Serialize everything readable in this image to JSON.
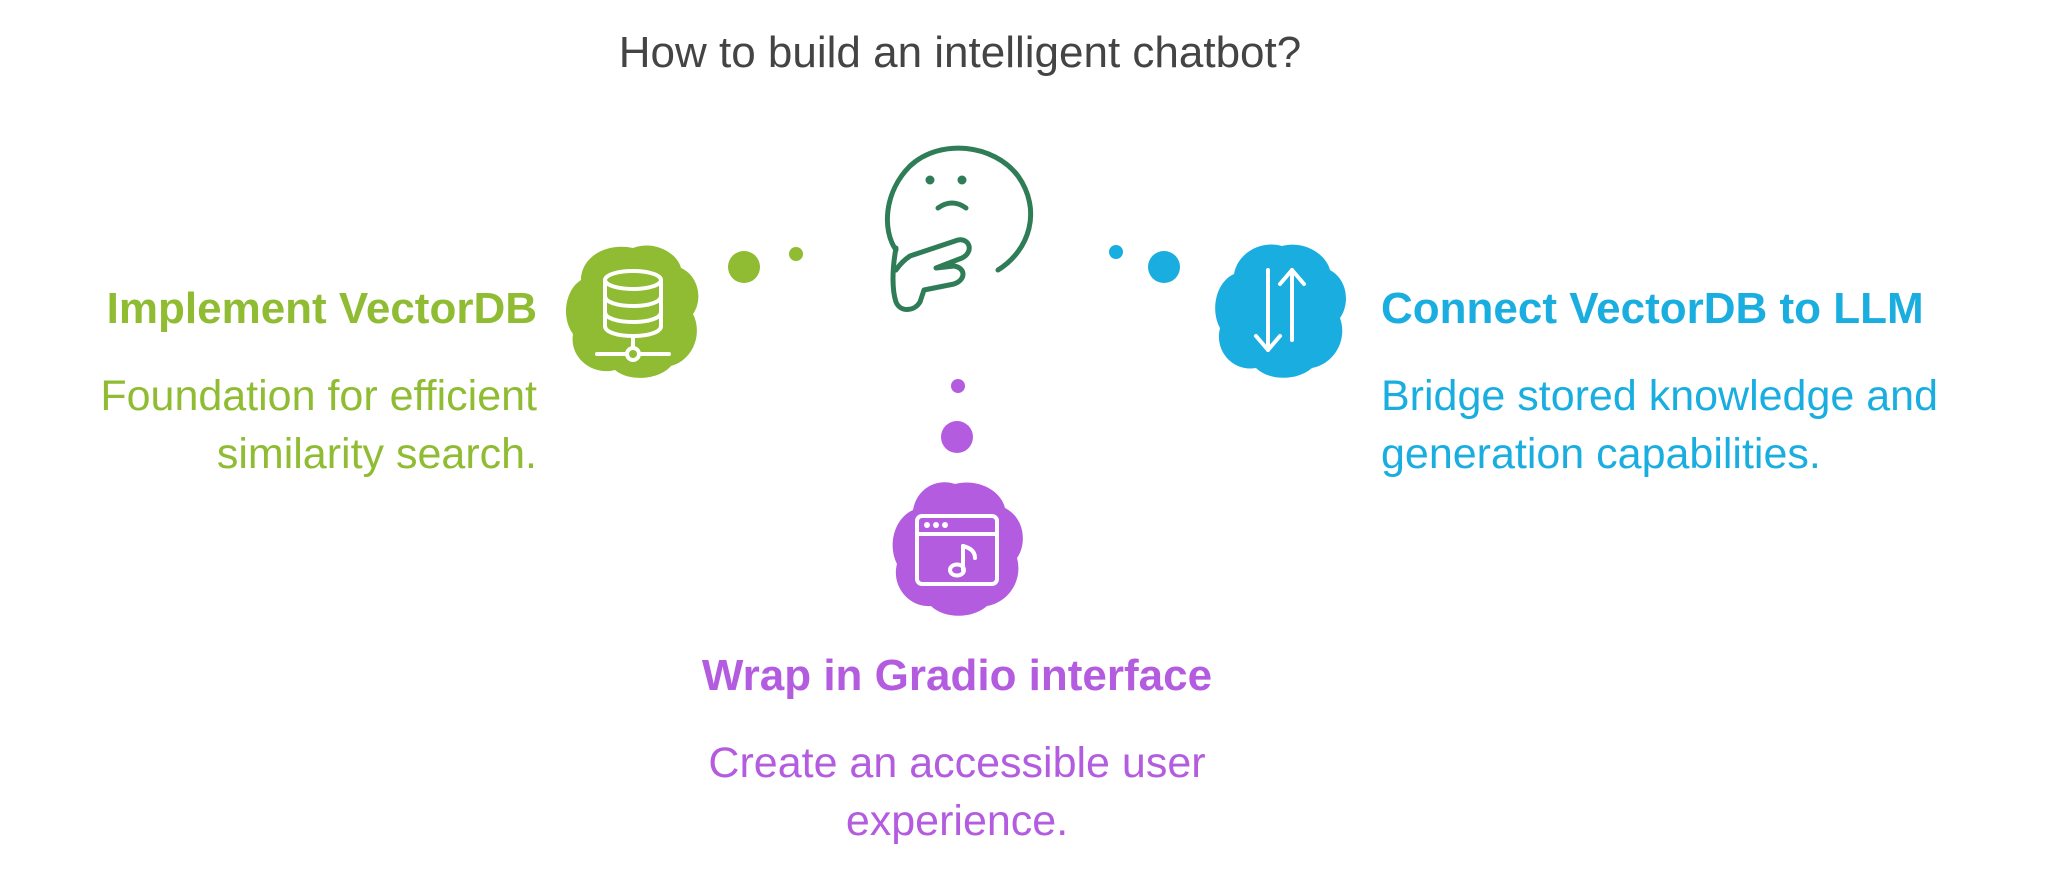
{
  "title": "How to build an intelligent chatbot?",
  "colors": {
    "green": "#8fbc32",
    "blue": "#1aaee0",
    "purple": "#b45cdf",
    "center_icon": "#2e7d57",
    "title": "#444444"
  },
  "center": {
    "icon": "thinking-face-icon"
  },
  "nodes": {
    "left": {
      "icon": "database-icon",
      "heading": "Implement VectorDB",
      "description_lines": [
        "Foundation for efficient",
        "similarity search."
      ]
    },
    "right": {
      "icon": "up-down-arrows-icon",
      "heading": "Connect VectorDB to LLM",
      "description_lines": [
        "Bridge stored knowledge and",
        "generation capabilities."
      ]
    },
    "bottom": {
      "icon": "music-app-window-icon",
      "heading": "Wrap in Gradio interface",
      "description_lines": [
        "Create an accessible user",
        "experience."
      ]
    }
  }
}
